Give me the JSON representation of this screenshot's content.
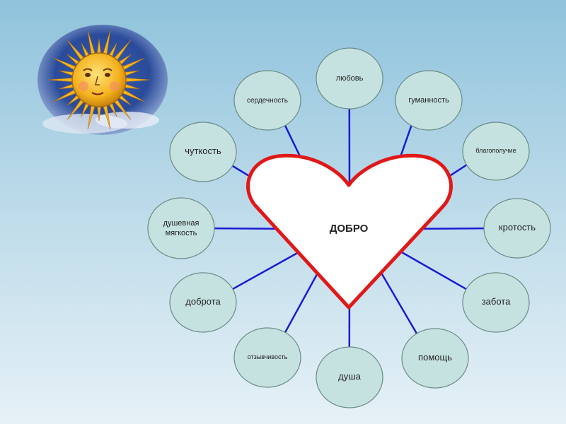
{
  "diagram": {
    "center": "ДОБРО",
    "nodes": [
      "любовь",
      "гуманность",
      "благополучие",
      "кротость",
      "забота",
      "помощь",
      "душа",
      "отзывчивость",
      "доброта",
      "душевная мягкость",
      "чуткость",
      "сердечность"
    ]
  },
  "colors": {
    "node_fill": "#c6e2e0",
    "node_stroke": "#6a8a86",
    "spoke": "#1a1ad6",
    "heart_stroke": "#e01818",
    "heart_fill": "#ffffff"
  },
  "decor": {
    "sun_icon": "sun-face-icon"
  }
}
